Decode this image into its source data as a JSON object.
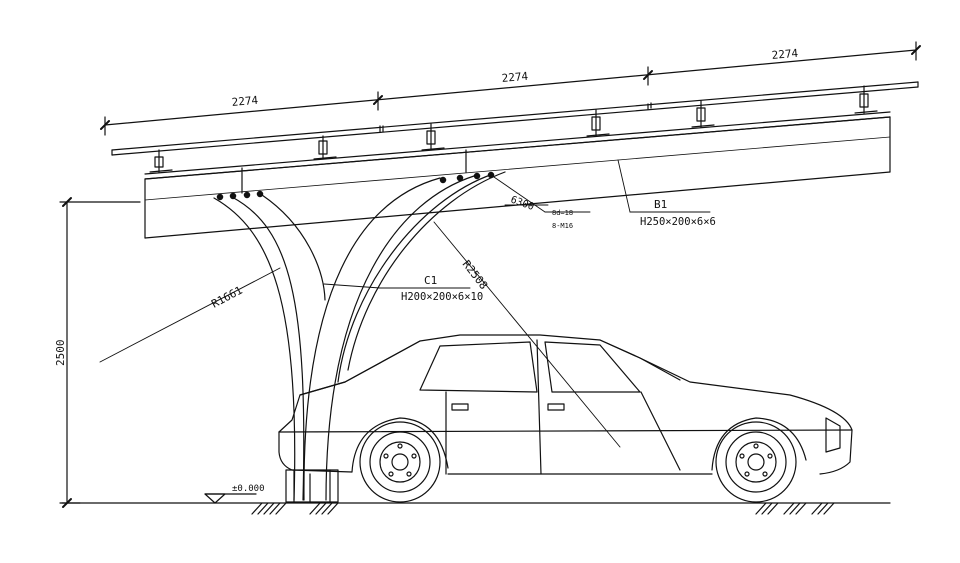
{
  "dimensions": {
    "span_1": "2274",
    "span_2": "2274",
    "span_3": "2274",
    "height": "2500"
  },
  "labels": {
    "beam_mark": "B1",
    "beam_section": "H250×200×6×6",
    "column_mark": "C1",
    "column_section": "H200×200×6×10",
    "radius_front": "R1661",
    "radius_back": "R2508",
    "bolt_spacing": "6300",
    "bolt_note_1": "8d=18",
    "bolt_note_2": "8-M16",
    "ground_level": "±0.000"
  },
  "colors": {
    "line": "#111111",
    "background": "#ffffff"
  }
}
